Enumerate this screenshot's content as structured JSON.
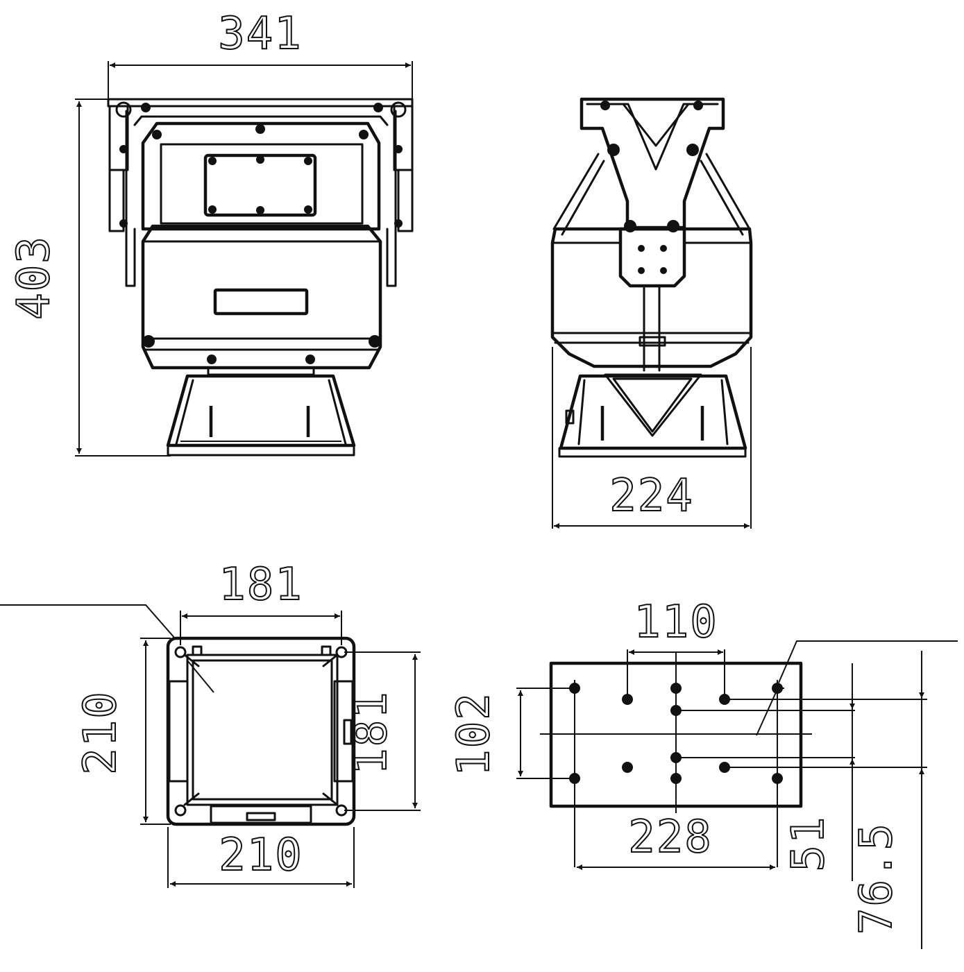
{
  "views": {
    "front": {
      "width_label": "341",
      "height_label": "403"
    },
    "side": {
      "width_label": "224"
    },
    "base": {
      "top_label": "181",
      "left_label": "210",
      "right_label": "181",
      "bottom_label": "210"
    },
    "mount": {
      "top_label": "110",
      "left_label": "102",
      "bottom_label": "228",
      "right_inner_label": "51",
      "right_outer_label": "76.5"
    }
  },
  "colors": {
    "line": "#111111",
    "background": "#ffffff"
  }
}
